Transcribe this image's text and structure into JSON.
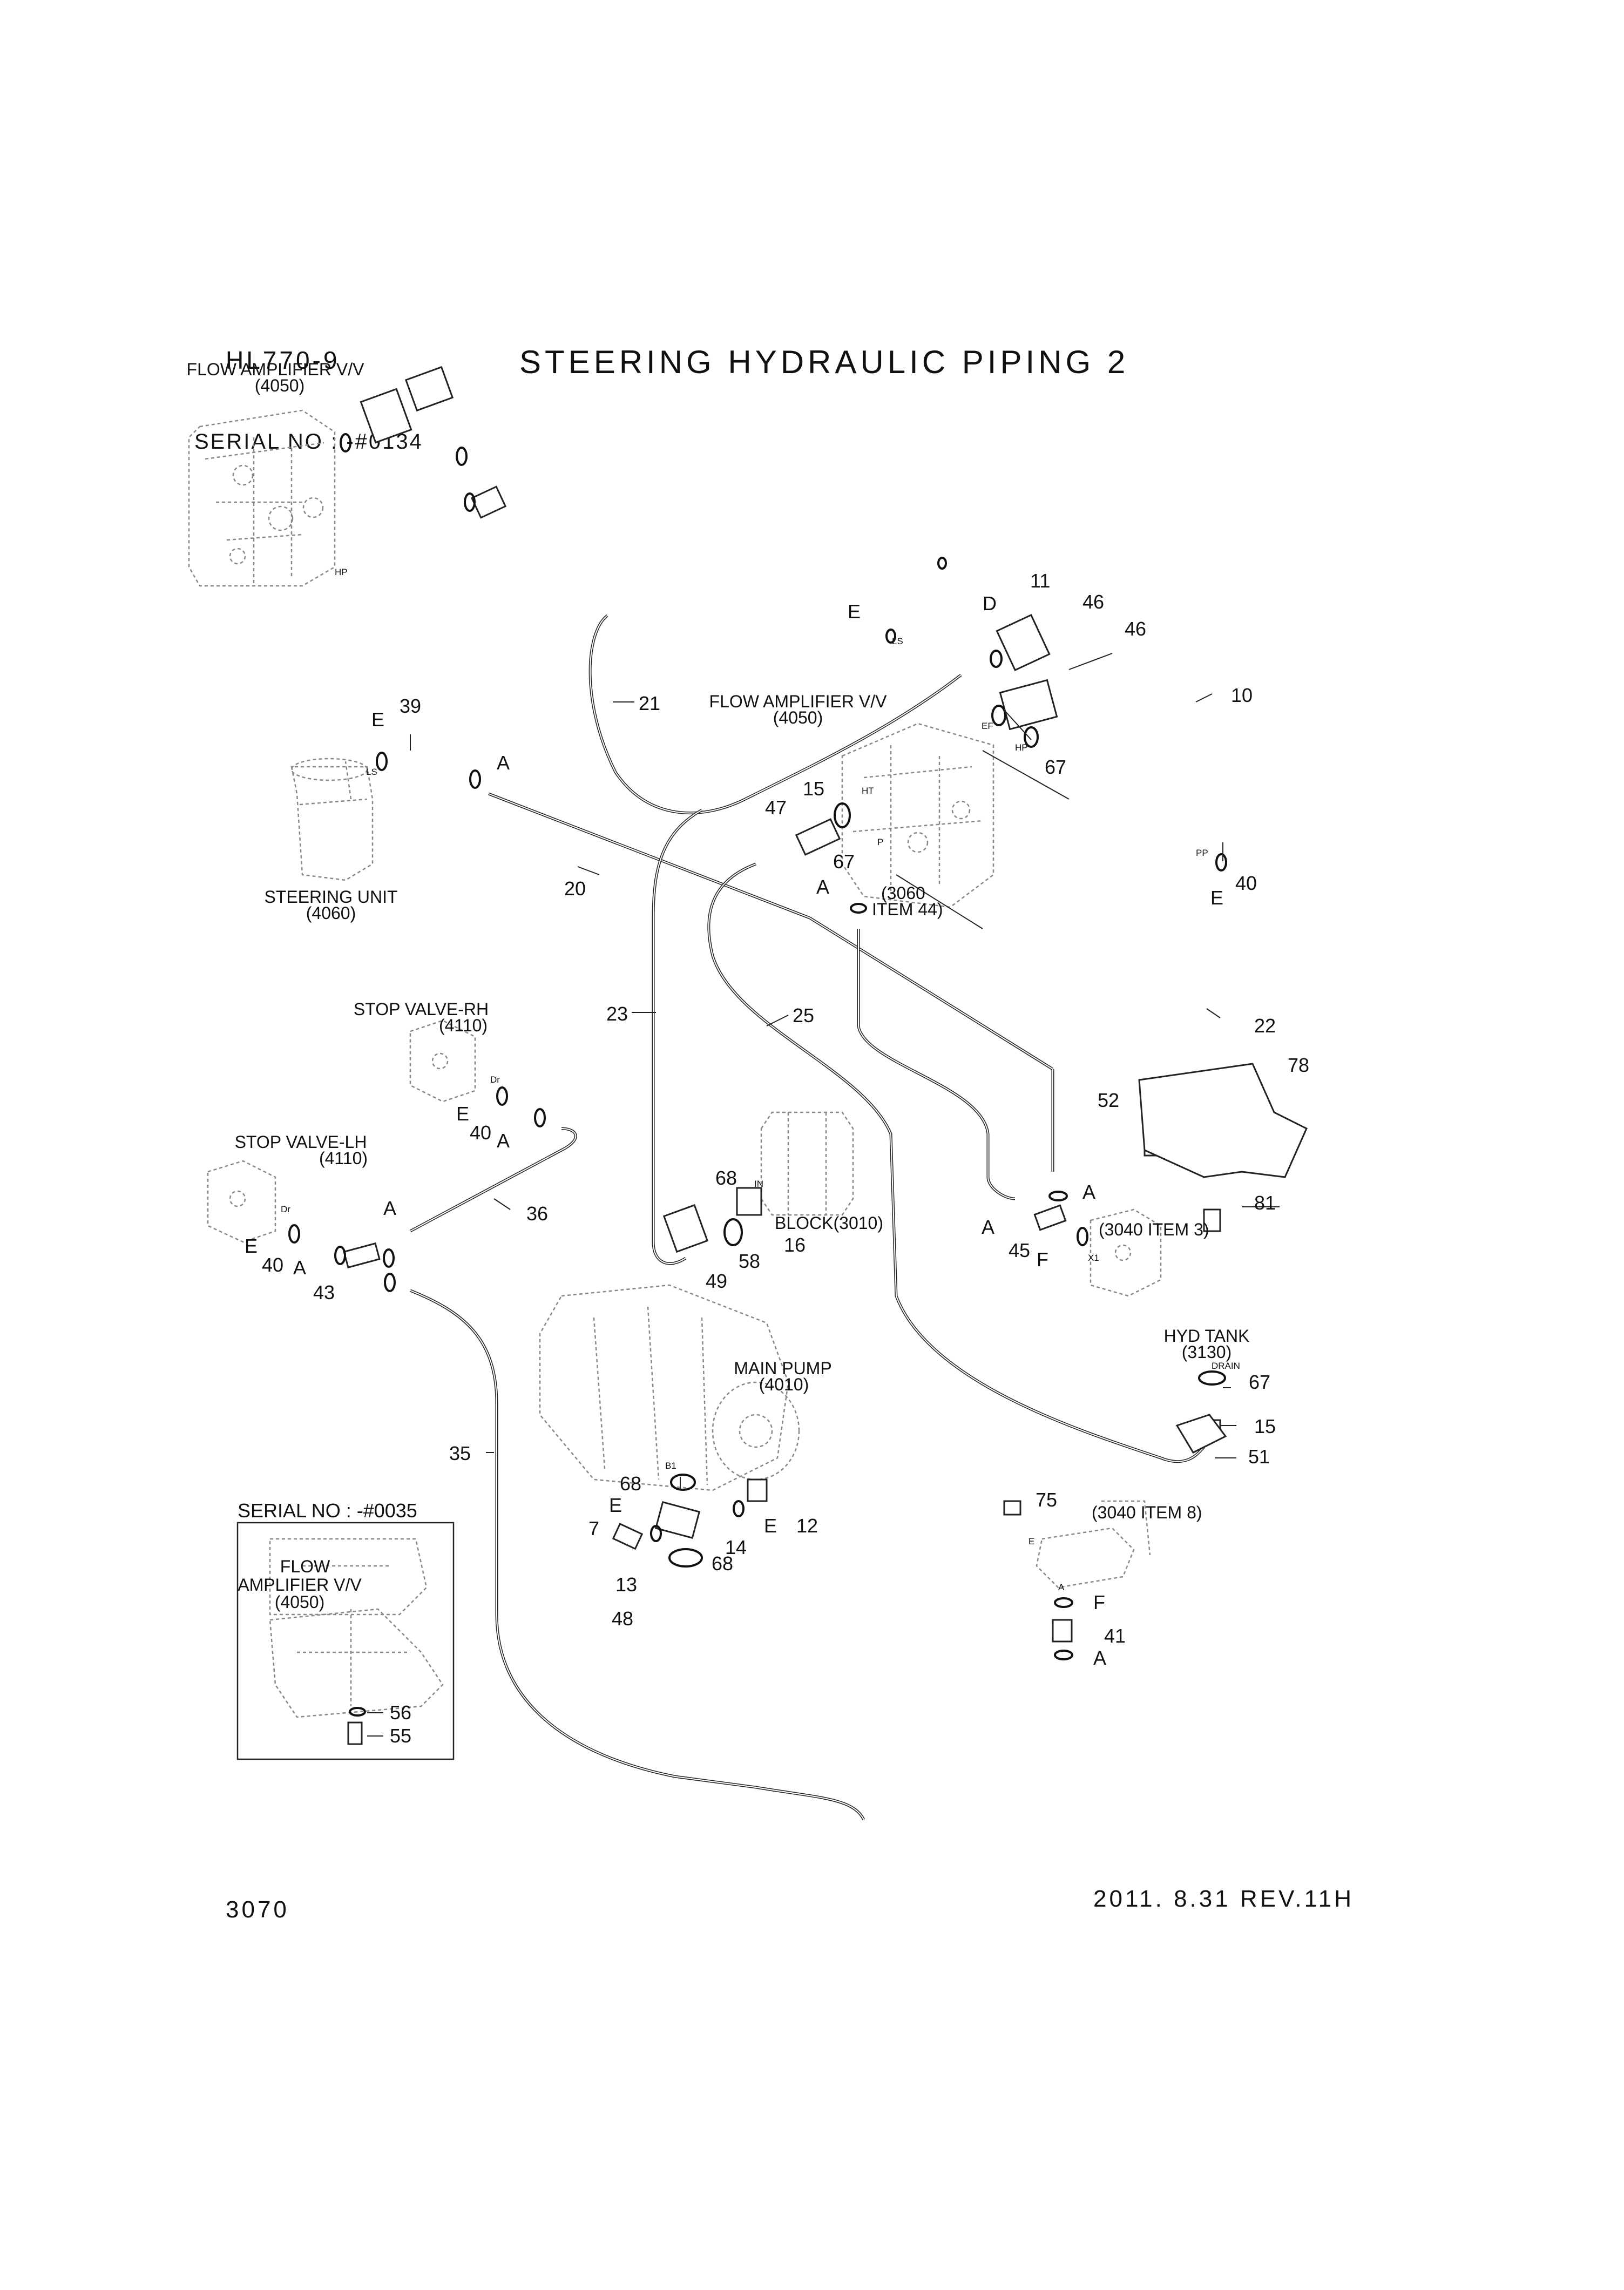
{
  "header": {
    "model": "HL770-9",
    "title": "STEERING HYDRAULIC PIPING 2",
    "serial": "SERIAL NO : -#0134"
  },
  "footer": {
    "page_number": "3070",
    "revision": "2011. 8.31 REV.11H"
  },
  "components": {
    "flow_amp_top_name": "FLOW AMPLIFIER V/V",
    "flow_amp_top_code": "(4050)",
    "flow_amp_mid_name": "FLOW AMPLIFIER V/V",
    "flow_amp_mid_code": "(4050)",
    "steering_unit_name": "STEERING UNIT",
    "steering_unit_code": "(4060)",
    "stop_valve_rh_name": "STOP VALVE-RH",
    "stop_valve_rh_code": "(4110)",
    "stop_valve_lh_name": "STOP VALVE-LH",
    "stop_valve_lh_code": "(4110)",
    "block": "BLOCK(3010)",
    "main_pump_name": "MAIN PUMP",
    "main_pump_code": "(4010)",
    "hyd_tank_name": "HYD TANK",
    "hyd_tank_code": "(3130)",
    "ref_3060_a": "(3060",
    "ref_3060_b": "ITEM 44)",
    "ref_3040_3": "(3040 ITEM 3)",
    "ref_3040_8": "(3040 ITEM 8)"
  },
  "inset": {
    "serial": "SERIAL NO : -#0035",
    "flow_line1": "FLOW",
    "flow_line2": "AMPLIFIER V/V",
    "flow_code": "(4050)",
    "callout_56": "56",
    "callout_55": "55"
  },
  "callouts": {
    "c10": "10",
    "c11": "11",
    "c12": "12",
    "c13": "13",
    "c14": "14",
    "c15a": "15",
    "c15b": "15",
    "c16": "16",
    "c20": "20",
    "c21": "21",
    "c22": "22",
    "c23": "23",
    "c25": "25",
    "c35": "35",
    "c36": "36",
    "c39": "39",
    "c40a": "40",
    "c40b": "40",
    "c40c": "40",
    "c41": "41",
    "c43": "43",
    "c45": "45",
    "c46a": "46",
    "c46b": "46",
    "c47": "47",
    "c48": "48",
    "c49": "49",
    "c51": "51",
    "c52": "52",
    "c58": "58",
    "c67a": "67",
    "c67b": "67",
    "c67c": "67",
    "c68a": "68",
    "c68b": "68",
    "c68c": "68",
    "c7": "7",
    "c75": "75",
    "c78": "78",
    "c81": "81"
  },
  "letters": {
    "A1": "A",
    "A2": "A",
    "A3": "A",
    "A4": "A",
    "A5": "A",
    "A6": "A",
    "A7": "A",
    "A8": "A",
    "D": "D",
    "E1": "E",
    "E2": "E",
    "E3": "E",
    "E4": "E",
    "E5": "E",
    "E6": "E",
    "E7": "E",
    "F1": "F",
    "F2": "F"
  },
  "ports": {
    "HP1": "HP",
    "HP2": "HP",
    "LS1": "LS",
    "LS2": "LS",
    "EF": "EF",
    "HT": "HT",
    "P": "P",
    "PP": "PP",
    "Dr1": "Dr",
    "Dr2": "Dr",
    "IN": "IN",
    "B1": "B1",
    "X1": "X1",
    "DRAIN": "DRAIN",
    "E": "E",
    "A": "A"
  }
}
